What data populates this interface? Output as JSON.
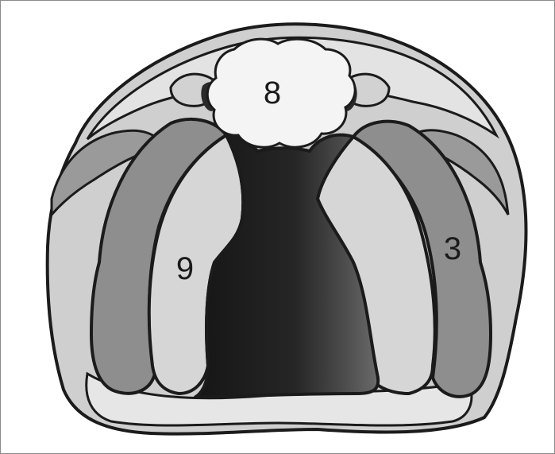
{
  "diagram": {
    "labels": [
      {
        "id": "label-8",
        "text": "8"
      },
      {
        "id": "label-9",
        "text": "9"
      },
      {
        "id": "label-3",
        "text": "3"
      }
    ],
    "colors": {
      "outline": "#1b1b1b",
      "outer_tissue": "#cfcfcf",
      "outer_rim": "#e3e3e3",
      "muscle_band": "#8e8e8e",
      "inner_lobe": "#d6d6d6",
      "central_dark": "#1a1a1a",
      "central_mid": "#5a5a5a",
      "top_white": "#f4f4f4"
    }
  }
}
